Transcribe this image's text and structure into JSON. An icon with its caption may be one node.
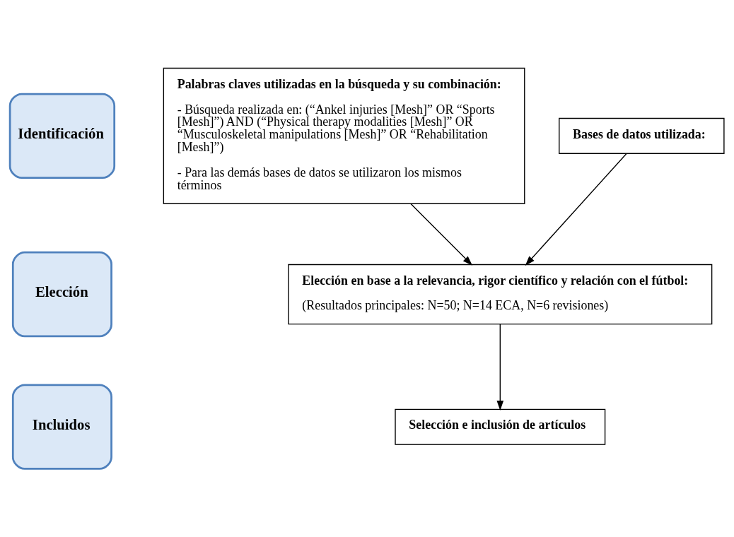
{
  "diagram": {
    "nodes": [
      {
        "text": [
          "Identificación"
        ]
      },
      {
        "text": [
          "Elección"
        ]
      },
      {
        "text": [
          "Incluidos"
        ]
      },
      {
        "text": [
          "Palabras claves utilizadas en la búsqueda y su combinación:",
          "- Búsqueda realizada en: (“Ankel injuries [Mesh]” OR “Sports [Mesh]”) AND (“Physical therapy modalities [Mesh]” OR “Musculoskeletal manipulations [Mesh]” OR “Rehabilitation [Mesh]”)",
          "- Para las demás bases de datos se utilizaron los mismos términos"
        ]
      },
      {
        "text": [
          "Bases de datos utilizada:"
        ]
      },
      {
        "text": [
          "Elección en base a la relevancia, rigor científico y relación con el fútbol:",
          "(Resultados principales: N=50; N=14 ECA, N=6 revisiones)"
        ]
      },
      {
        "text": [
          "Selección e inclusión de artículos"
        ]
      }
    ],
    "edges": [
      {
        "from": 3,
        "to": 5,
        "arrow": "to"
      },
      {
        "from": 4,
        "to": 5,
        "arrow": "to"
      },
      {
        "from": 5,
        "to": 6,
        "arrow": "to"
      }
    ]
  }
}
